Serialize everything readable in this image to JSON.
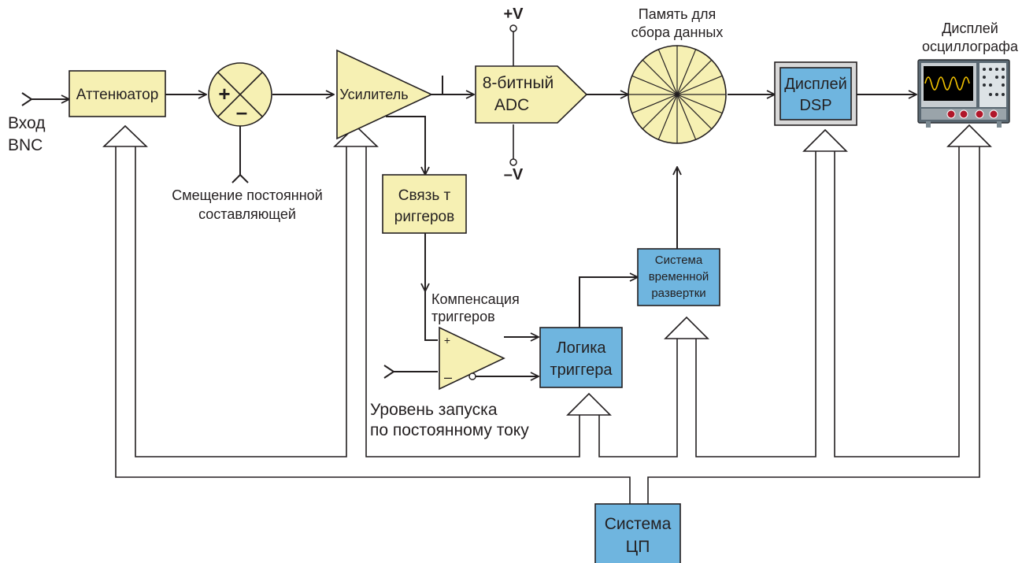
{
  "input_label": [
    "Вход",
    "BNC"
  ],
  "attenuator": "Аттенюатор",
  "summer": {
    "plus": "+",
    "minus": "–"
  },
  "dc_offset": [
    "Смещение постоянной",
    "составляющей"
  ],
  "amplifier": "Усилитель",
  "adc": [
    "8-битный",
    "ADC"
  ],
  "supply": {
    "plus": "+V",
    "minus": "–V"
  },
  "memory_label": [
    "Память для",
    "сбора данных"
  ],
  "dsp": [
    "Дисплей",
    "DSP"
  ],
  "display_label": [
    "Дисплей",
    "осциллографа"
  ],
  "trigger_coupling": [
    "Связь т",
    "риггеров"
  ],
  "trigger_comp": [
    "Компенсация",
    "триггеров"
  ],
  "comparator": {
    "plus": "+",
    "minus": "–"
  },
  "trigger_logic": [
    "Логика",
    "триггера"
  ],
  "dc_trigger_level": [
    "Уровень запуска",
    "по постоянному току"
  ],
  "timebase": [
    "Система",
    "временной",
    "развертки"
  ],
  "cpu": [
    "Система",
    "ЦП"
  ],
  "colors": {
    "yellow_fill": "#f6f0b3",
    "blue_fill": "#6fb5df",
    "line": "#231f20",
    "scope_bezel": "#5a6872",
    "scope_screen": "#000000",
    "scope_trace": "#f4c400",
    "knob": "#b0172a"
  }
}
